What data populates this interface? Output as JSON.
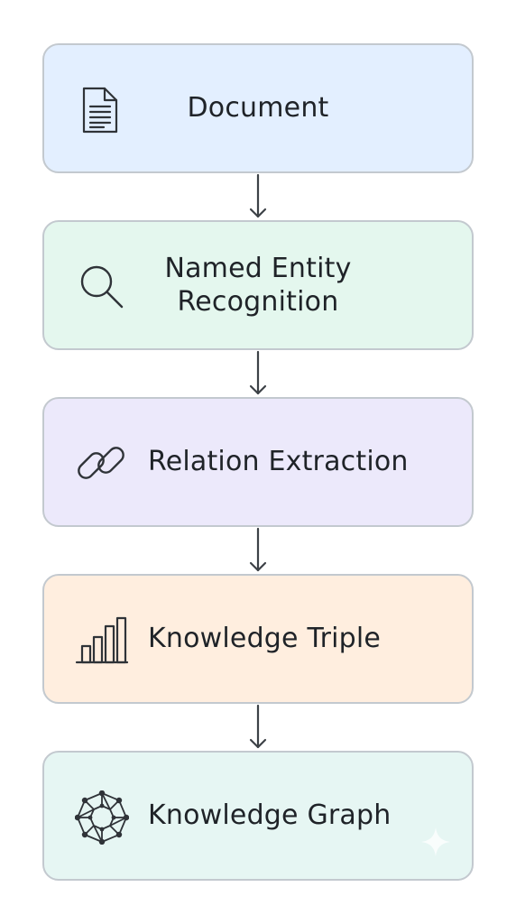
{
  "steps": [
    {
      "label": "Document",
      "icon": "document-icon",
      "fill": "#e3efff"
    },
    {
      "label": "Named Entity\nRecognition",
      "icon": "magnifier-icon",
      "fill": "#e4f7ee"
    },
    {
      "label": "Relation Extraction",
      "icon": "chain-link-icon",
      "fill": "#ece9fb"
    },
    {
      "label": "Knowledge Triple",
      "icon": "bar-chart-icon",
      "fill": "#ffeedf"
    },
    {
      "label": "Knowledge Graph",
      "icon": "network-graph-icon",
      "fill": "#e6f6f3"
    }
  ],
  "colors": {
    "border": "#c3c9cf",
    "arrow": "#3d4247",
    "text": "#1f2328"
  }
}
